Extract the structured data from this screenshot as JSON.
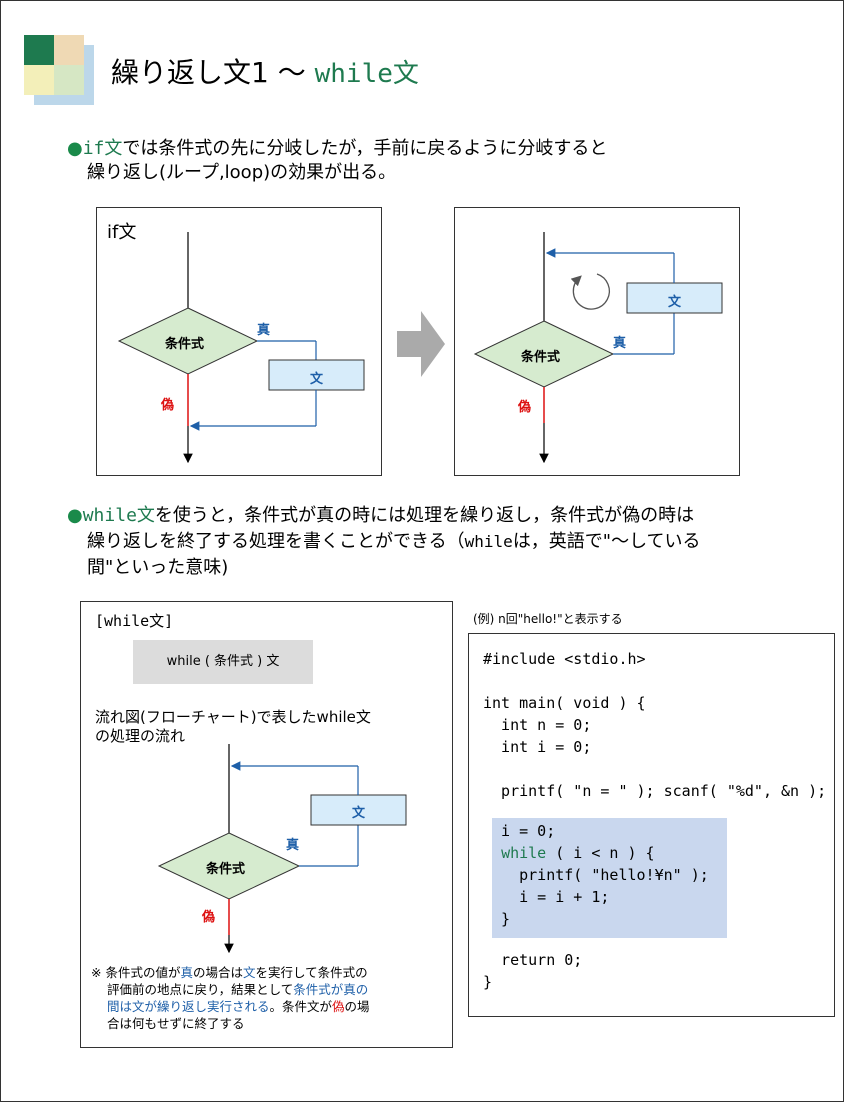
{
  "title": {
    "main": "繰り返し文1 〜 ",
    "code": "while文"
  },
  "colors": {
    "accent": "#1e7a4f",
    "true": "#1e5fa8",
    "false": "#d11111",
    "box_fill": "#d7ecfa",
    "diamond_fill": "#d6ebcf",
    "highlight": "#c9d7ee"
  },
  "section1": {
    "bullet": "●",
    "code": "if文",
    "line1": "では条件式の先に分岐したが，手前に戻るように分岐すると",
    "line2": "繰り返し(ループ,loop)の効果が出る。"
  },
  "diagram_if": {
    "label": "if文",
    "condition": "条件式",
    "true": "真",
    "false": "偽",
    "stmt": "文"
  },
  "diagram_loop": {
    "condition": "条件式",
    "true": "真",
    "false": "偽",
    "stmt": "文"
  },
  "section2": {
    "bullet": "●",
    "code": "while文",
    "line1": "を使うと，条件式が真の時には処理を繰り返し，条件式が偽の時は",
    "line2a": "繰り返しを終了する処理を書くことができる（",
    "line2code": "while",
    "line2b": "は，英語で\"〜している",
    "line3": "間\"といった意味)"
  },
  "syntax_box": {
    "heading": "[while文]",
    "syntax": "while ( 条件式 ) 文",
    "flow_label1": "流れ図(フローチャート)で表したwhile文",
    "flow_label2": "の処理の流れ",
    "condition": "条件式",
    "true": "真",
    "false": "偽",
    "stmt": "文",
    "note_mark": "※",
    "note_1": "条件式の値が",
    "note_2": "真",
    "note_3": "の場合は",
    "note_4": "文",
    "note_5": "を実行して条件式の",
    "note_6": "評価前の地点に戻り，結果として",
    "note_7": "条件式が真の",
    "note_8": "間は文が繰り返し実行される",
    "note_9": "。条件文が",
    "note_10": "偽",
    "note_11": "の場",
    "note_12": "合は何もせずに終了する"
  },
  "example": {
    "caption": "(例) n回\"hello!\"と表示する",
    "code_top": "#include <stdio.h>\n\nint main( void ) {\n  int n = 0;\n  int i = 0;\n\n  printf( \"n = \" ); scanf( \"%d\", &n );",
    "hl_line1": "  i = 0;",
    "hl_kw": "while",
    "hl_line2": " ( i < n ) {",
    "hl_rest": "    printf( \"hello!¥n\" );\n    i = i + 1;\n  }",
    "code_bottom": "  return 0;\n}"
  }
}
